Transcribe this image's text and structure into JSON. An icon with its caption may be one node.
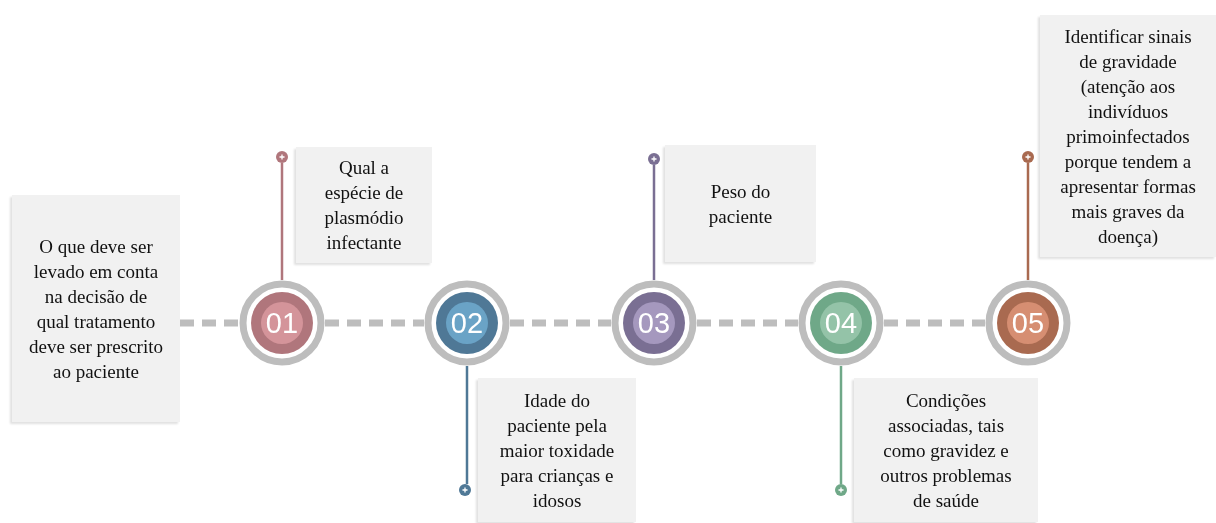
{
  "diagram": {
    "nodes": [
      {
        "text": [
          "O que deve ser levado em conta na decisão de qual tratamento deve ser prescrito ao paciente"
        ]
      },
      {
        "text": [
          "01"
        ]
      },
      {
        "text": [],
        "shape": "circle"
      },
      {
        "text": [
          "Qual a espécie de plasmódio infectante"
        ]
      },
      {
        "text": [
          "02"
        ]
      },
      {
        "text": [],
        "shape": "circle"
      },
      {
        "text": [
          "Idade do paciente pela maior toxidade para crianças e idosos"
        ]
      },
      {
        "text": [
          "03"
        ]
      },
      {
        "text": [],
        "shape": "circle"
      },
      {
        "text": [
          "Peso do paciente"
        ]
      },
      {
        "text": [
          "04"
        ]
      },
      {
        "text": [],
        "shape": "circle"
      },
      {
        "text": [
          "Condições associadas, tais como gravidez e outros problemas de saúde"
        ]
      },
      {
        "text": [
          "05"
        ]
      },
      {
        "text": [],
        "shape": "circle"
      },
      {
        "text": [
          "Identificar sinais de gravidade (atenção aos indivíduos primoinfectados porque tendem a apresentar formas mais graves da doença)"
        ]
      }
    ],
    "edges": [
      {
        "from": 0,
        "to": 1,
        "arrow": "none",
        "style": "dashed"
      },
      {
        "from": 1,
        "to": 4,
        "arrow": "none",
        "style": "dashed"
      },
      {
        "from": 4,
        "to": 7,
        "arrow": "none",
        "style": "dashed"
      },
      {
        "from": 7,
        "to": 10,
        "arrow": "none",
        "style": "dashed"
      },
      {
        "from": 10,
        "to": 13,
        "arrow": "none",
        "style": "dashed"
      },
      {
        "from": 1,
        "to": 2,
        "arrow": "none",
        "color": "#b0767c"
      },
      {
        "from": 4,
        "to": 5,
        "arrow": "none",
        "color": "#4f7896"
      },
      {
        "from": 7,
        "to": 8,
        "arrow": "none",
        "color": "#7a6f93"
      },
      {
        "from": 10,
        "to": 11,
        "arrow": "none",
        "color": "#6fa888"
      },
      {
        "from": 13,
        "to": 14,
        "arrow": "none",
        "color": "#a96a50"
      }
    ]
  }
}
